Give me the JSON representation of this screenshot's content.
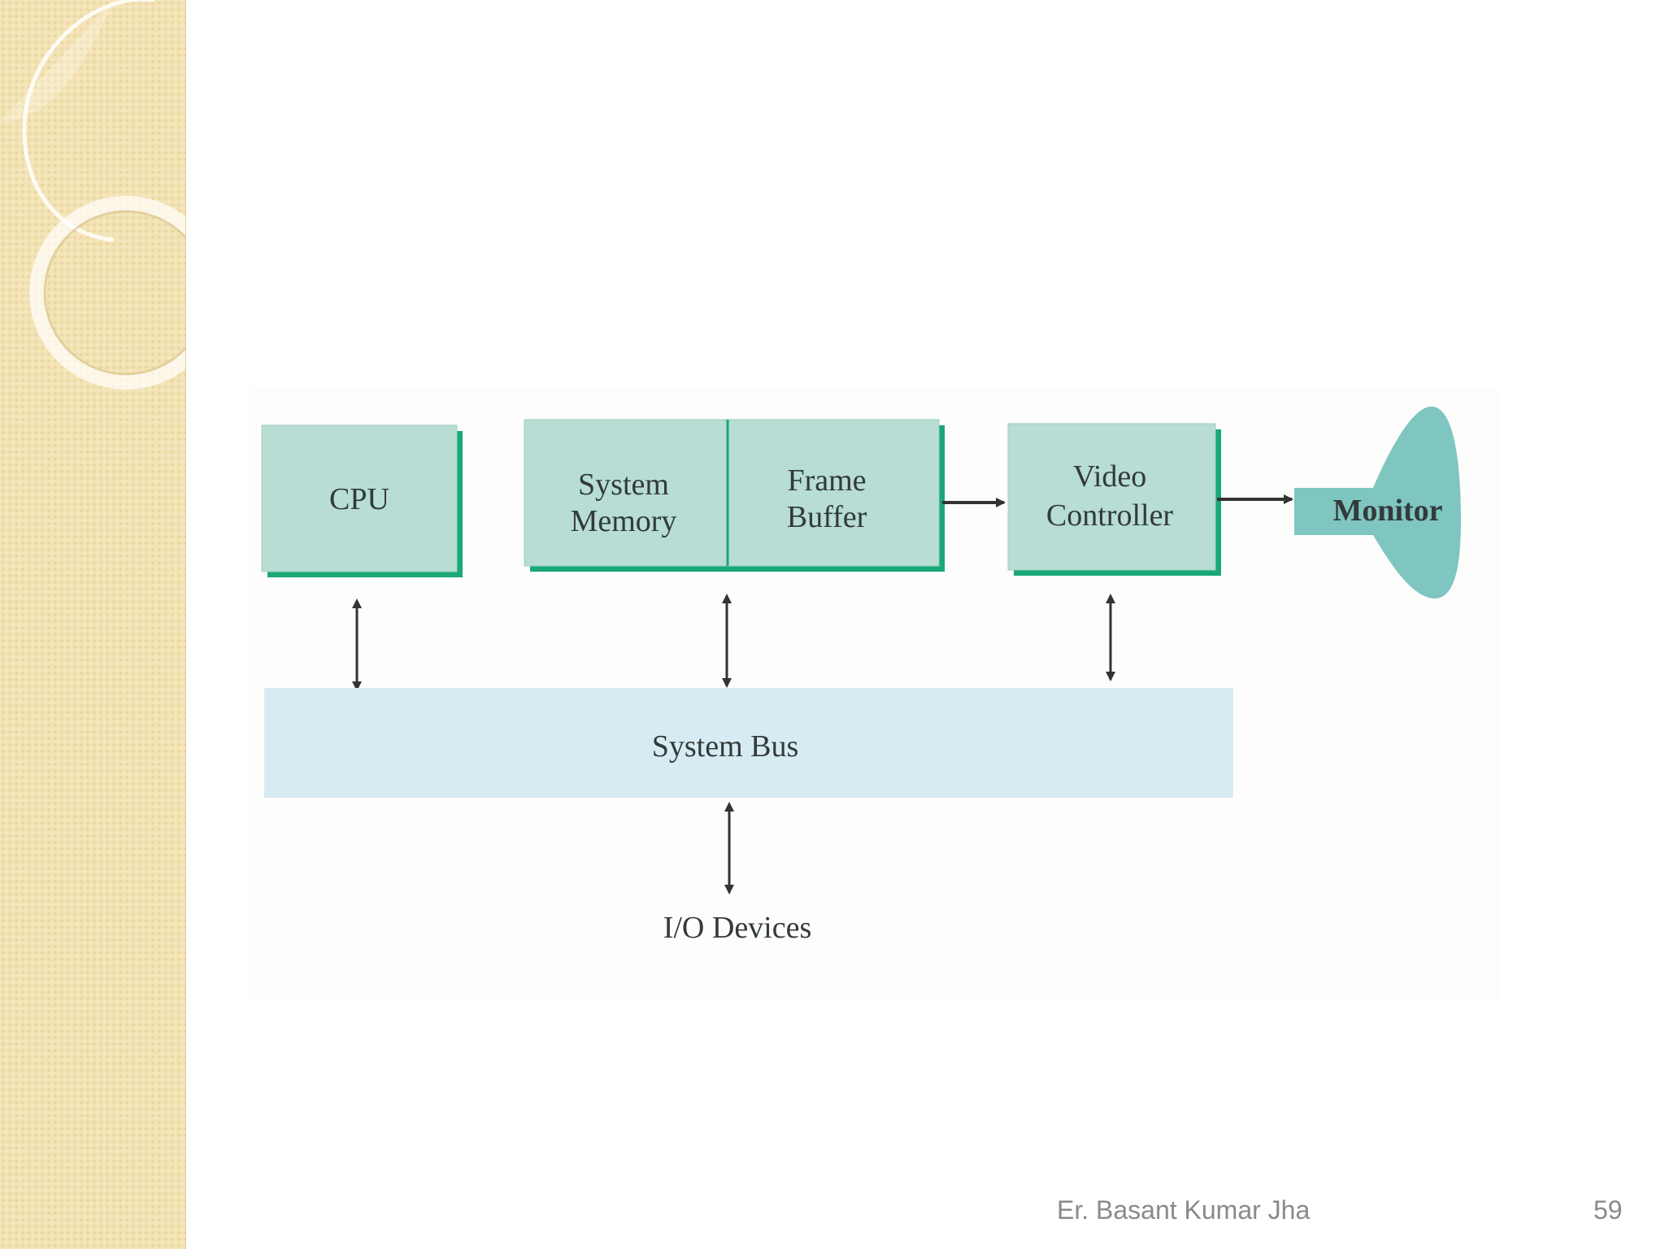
{
  "diagram": {
    "nodes": {
      "cpu": "CPU",
      "system_memory": [
        "System",
        "Memory"
      ],
      "frame_buffer": [
        "Frame",
        "Buffer"
      ],
      "video_controller": [
        "Video",
        "Controller"
      ],
      "monitor": "Monitor",
      "system_bus": "System Bus",
      "io_devices": "I/O Devices"
    },
    "colors": {
      "box_fill": "#b7ddd4",
      "box_edge": "#1aa877",
      "bus_fill": "#d7ecf2",
      "monitor_fill": "#7fc5c0",
      "arrow": "#333333"
    }
  },
  "footer": {
    "author": "Er. Basant Kumar Jha",
    "page_number": "59"
  }
}
